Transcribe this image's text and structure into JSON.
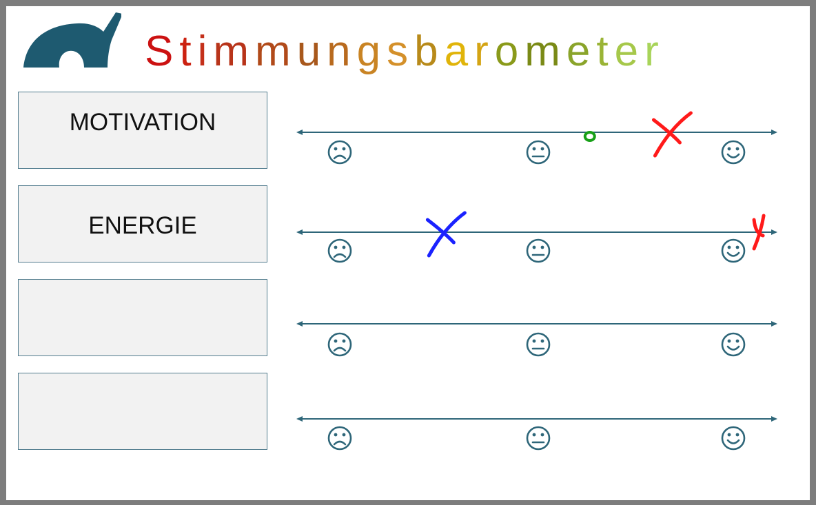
{
  "header": {
    "title_letters": [
      {
        "ch": "S",
        "color": "#cc1111"
      },
      {
        "ch": "t",
        "color": "#cc2211"
      },
      {
        "ch": "i",
        "color": "#c4301a"
      },
      {
        "ch": "m",
        "color": "#b8341a"
      },
      {
        "ch": "m",
        "color": "#b14a1a"
      },
      {
        "ch": "u",
        "color": "#a8581c"
      },
      {
        "ch": "n",
        "color": "#b86a1e"
      },
      {
        "ch": "g",
        "color": "#c98424"
      },
      {
        "ch": "s",
        "color": "#d4902a"
      },
      {
        "ch": "b",
        "color": "#b88a1a"
      },
      {
        "ch": "a",
        "color": "#e0b40a"
      },
      {
        "ch": "r",
        "color": "#d4a414"
      },
      {
        "ch": "o",
        "color": "#8a9a1a"
      },
      {
        "ch": "m",
        "color": "#7a8a16"
      },
      {
        "ch": "e",
        "color": "#8aa42a"
      },
      {
        "ch": "t",
        "color": "#9ab436"
      },
      {
        "ch": "e",
        "color": "#a6c84a"
      },
      {
        "ch": "r",
        "color": "#a8d45a"
      }
    ],
    "logo_color": "#1e5a70"
  },
  "rows": [
    {
      "label": "MOTIVATION"
    },
    {
      "label": "ENERGIE"
    },
    {
      "label": ""
    },
    {
      "label": ""
    }
  ],
  "scale": {
    "icons": [
      "sad-face-icon",
      "neutral-face-icon",
      "happy-face-icon"
    ],
    "line_color": "#2e6679"
  },
  "marks": [
    {
      "row": 0,
      "kind": "circle",
      "color": "#18a018",
      "position": 0.61
    },
    {
      "row": 0,
      "kind": "cross",
      "color": "#ff1a1a",
      "position": 0.78
    },
    {
      "row": 1,
      "kind": "cross",
      "color": "#1a22ff",
      "position": 0.31
    },
    {
      "row": 1,
      "kind": "cross",
      "color": "#ff1a1a",
      "position": 0.96
    }
  ]
}
